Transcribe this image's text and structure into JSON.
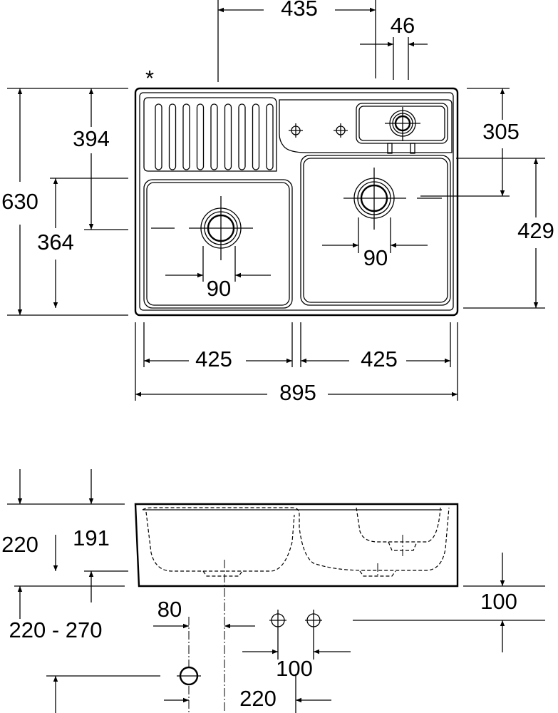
{
  "title": "Double bowl sink technical drawing",
  "top_view": {
    "marker": "*",
    "dims": {
      "tap_offset": "435",
      "small_drain_width": "46",
      "total_depth": "630",
      "drainboard_depth": "394",
      "left_bowl_depth": "364",
      "small_bowl_drain_offset": "305",
      "right_bowl_depth": "429",
      "left_drain_width": "90",
      "right_drain_width": "90",
      "left_bowl_width": "425",
      "right_bowl_width": "425",
      "total_width": "895"
    }
  },
  "side_view": {
    "dims": {
      "height": "220",
      "bowl_height": "191",
      "mount_height": "220 - 270",
      "offset_right": "100",
      "offset_80": "80",
      "hole_spacing": "100",
      "drain_spacing": "220"
    }
  }
}
